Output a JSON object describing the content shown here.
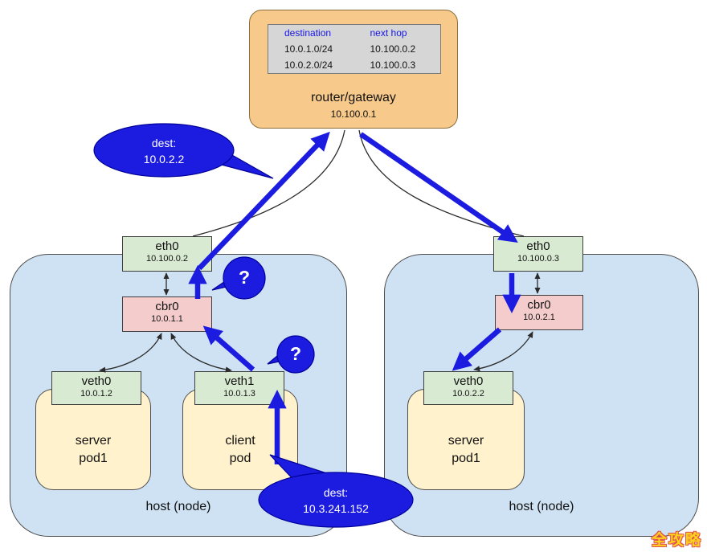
{
  "router": {
    "label": "router/gateway",
    "ip": "10.100.0.1",
    "table": {
      "headers": [
        "destination",
        "next hop"
      ],
      "rows": [
        [
          "10.0.1.0/24",
          "10.100.0.2"
        ],
        [
          "10.0.2.0/24",
          "10.100.0.3"
        ]
      ]
    }
  },
  "host_left": {
    "label": "host (node)",
    "eth0": {
      "name": "eth0",
      "ip": "10.100.0.2"
    },
    "cbr0": {
      "name": "cbr0",
      "ip": "10.0.1.1"
    },
    "veth0": {
      "name": "veth0",
      "ip": "10.0.1.2"
    },
    "veth1": {
      "name": "veth1",
      "ip": "10.0.1.3"
    },
    "server_pod": {
      "line1": "server",
      "line2": "pod1"
    },
    "client_pod": {
      "line1": "client",
      "line2": "pod"
    }
  },
  "host_right": {
    "label": "host (node)",
    "eth0": {
      "name": "eth0",
      "ip": "10.100.0.3"
    },
    "cbr0": {
      "name": "cbr0",
      "ip": "10.0.2.1"
    },
    "veth0": {
      "name": "veth0",
      "ip": "10.0.2.2"
    },
    "server_pod": {
      "line1": "server",
      "line2": "pod1"
    }
  },
  "callouts": {
    "dest_top": {
      "label": "dest:",
      "value": "10.0.2.2"
    },
    "dest_bottom": {
      "label": "dest:",
      "value": "10.3.241.152"
    },
    "question_top": "?",
    "question_bottom": "?"
  },
  "watermark": "全攻略",
  "colors": {
    "router_fill": "#f7c98b",
    "host_fill": "#cfe2f3",
    "interface_fill": "#d9ead3",
    "bridge_fill": "#f4cccc",
    "pod_fill": "#fff2cc",
    "packet_arrow_blue": "#1c1ce0",
    "table_fill": "#d6d6d6",
    "table_header_text": "#1515e6",
    "watermark_color": "#ffd21c"
  }
}
